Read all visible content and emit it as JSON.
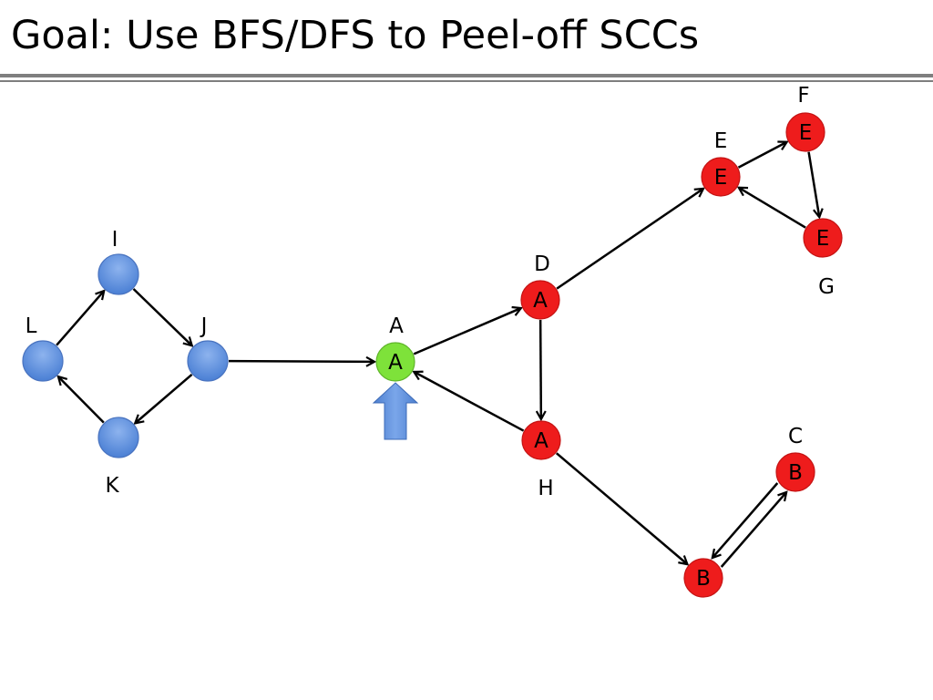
{
  "slide": {
    "title": "Goal: Use BFS/DFS to Peel-off SCCs"
  },
  "colors": {
    "title_rule": "#7f7f7f",
    "blue_node": "#5b8fde",
    "green_node": "#7ee23a",
    "red_node": "#ee1c1c",
    "arrow_fill": "#5b8fde"
  },
  "nodes": [
    {
      "id": "L",
      "label": "L",
      "letter": "",
      "color": "blue"
    },
    {
      "id": "I",
      "label": "I",
      "letter": "",
      "color": "blue"
    },
    {
      "id": "J",
      "label": "J",
      "letter": "",
      "color": "blue"
    },
    {
      "id": "K",
      "label": "K",
      "letter": "",
      "color": "blue"
    },
    {
      "id": "A",
      "label": "A",
      "letter": "A",
      "color": "green"
    },
    {
      "id": "D",
      "label": "D",
      "letter": "A",
      "color": "red"
    },
    {
      "id": "H",
      "label": "H",
      "letter": "A",
      "color": "red"
    },
    {
      "id": "E",
      "label": "E",
      "letter": "E",
      "color": "red"
    },
    {
      "id": "F",
      "label": "F",
      "letter": "E",
      "color": "red"
    },
    {
      "id": "G",
      "label": "G",
      "letter": "E",
      "color": "red"
    },
    {
      "id": "C",
      "label": "C",
      "letter": "B",
      "color": "red"
    },
    {
      "id": "B",
      "label": "",
      "letter": "B",
      "color": "red"
    }
  ],
  "edges": [
    {
      "from": "L",
      "to": "I"
    },
    {
      "from": "I",
      "to": "J"
    },
    {
      "from": "J",
      "to": "K"
    },
    {
      "from": "K",
      "to": "L"
    },
    {
      "from": "J",
      "to": "A"
    },
    {
      "from": "A",
      "to": "D"
    },
    {
      "from": "D",
      "to": "H"
    },
    {
      "from": "H",
      "to": "A"
    },
    {
      "from": "D",
      "to": "E"
    },
    {
      "from": "E",
      "to": "F"
    },
    {
      "from": "F",
      "to": "G"
    },
    {
      "from": "G",
      "to": "E"
    },
    {
      "from": "H",
      "to": "B"
    },
    {
      "from": "B",
      "to": "C"
    },
    {
      "from": "C",
      "to": "B"
    }
  ],
  "pointer": {
    "target": "A",
    "icon": "up-arrow-icon"
  }
}
